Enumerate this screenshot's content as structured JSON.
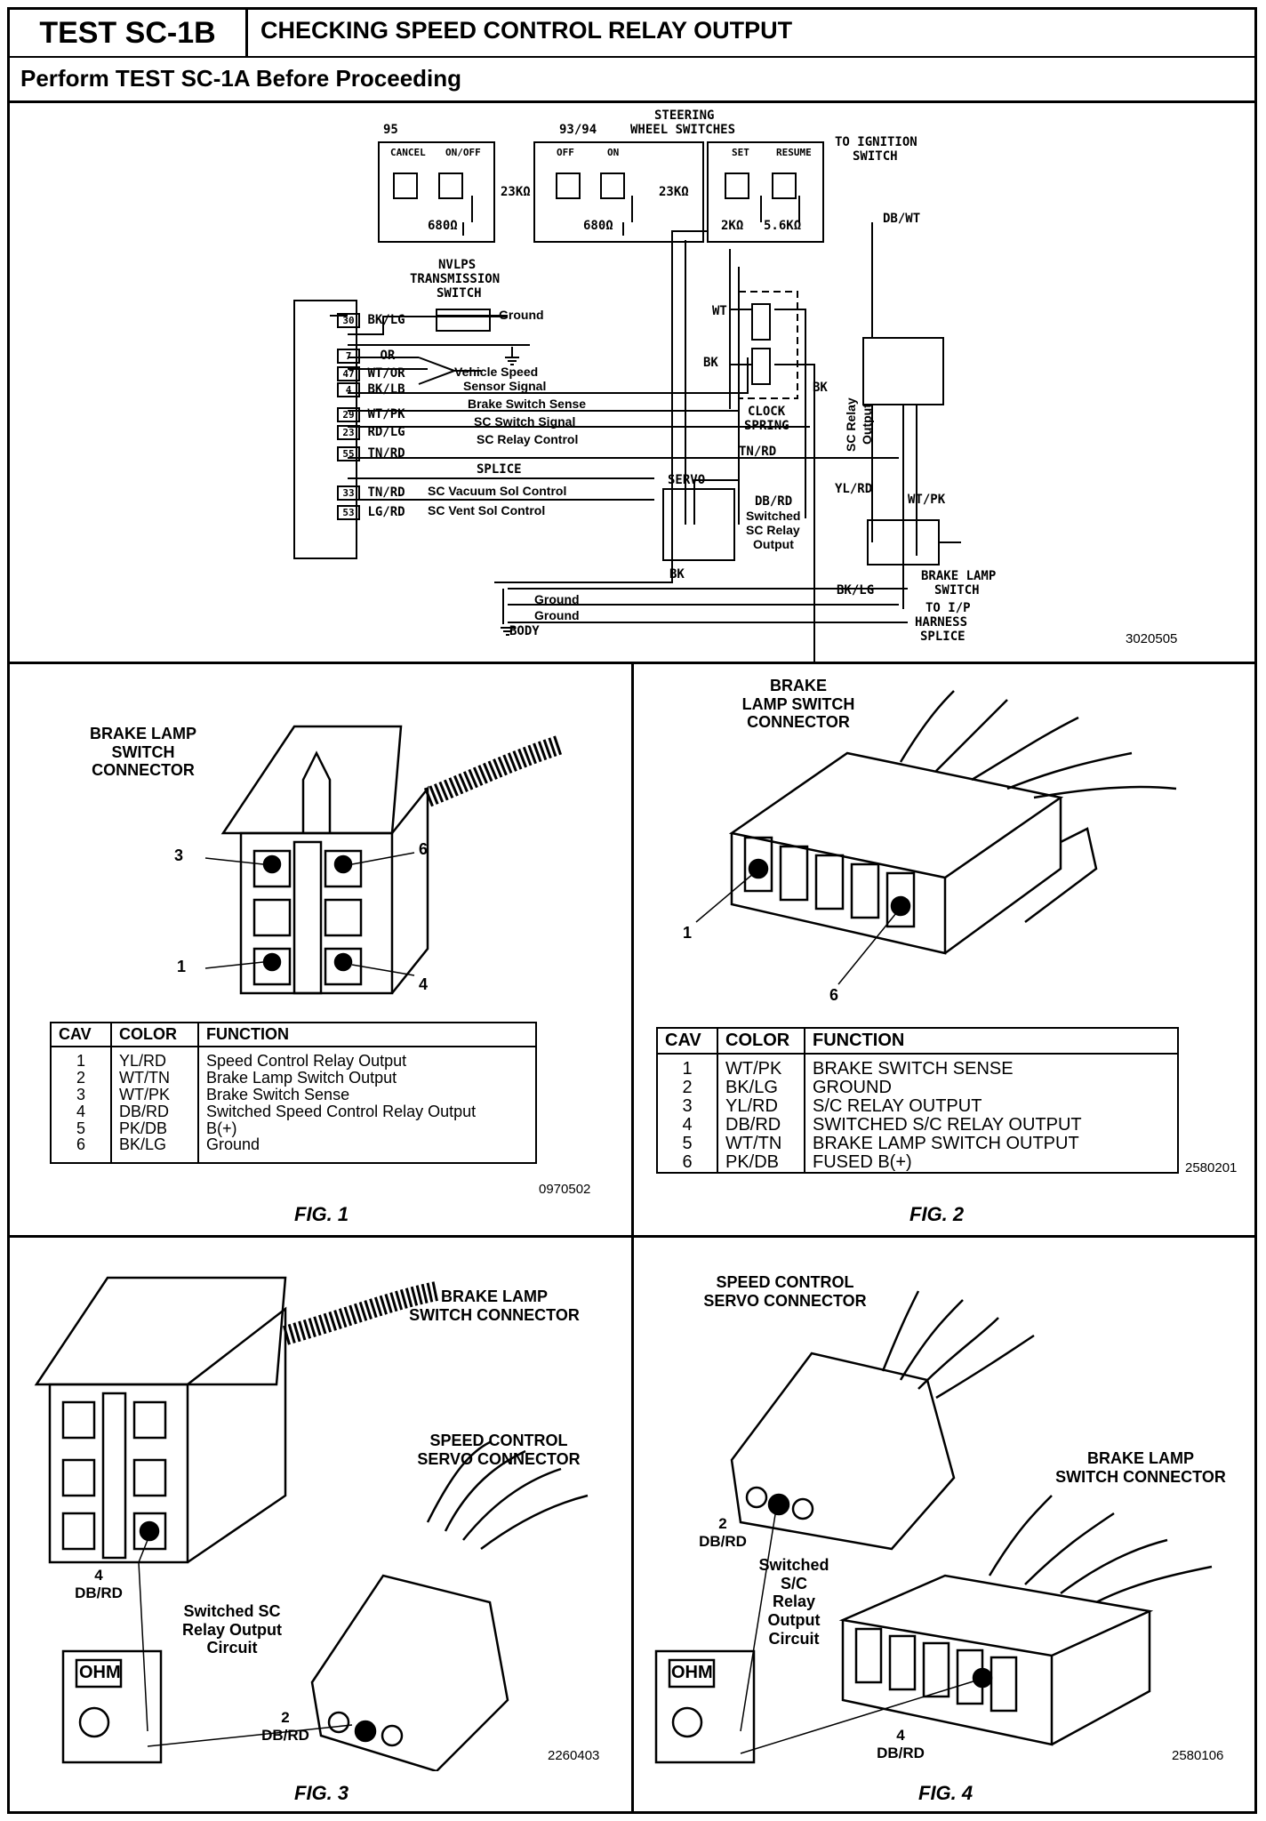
{
  "header": {
    "test_id": "TEST SC-1B",
    "title": "CHECKING SPEED CONTROL RELAY OUTPUT",
    "prerequisite": "Perform TEST SC-1A Before Proceeding"
  },
  "schematic": {
    "code": "3020505",
    "switch_labels": {
      "year95": "95",
      "year9394": "93/94",
      "steering1": "STEERING",
      "steering2": "WHEEL SWITCHES",
      "cancel": "CANCEL",
      "onoff": "ON/OFF",
      "off": "OFF",
      "on": "ON",
      "set": "SET",
      "resume": "RESUME",
      "r23k": "23KΩ",
      "r680": "680Ω",
      "r2k": "2KΩ",
      "r56k": "5.6KΩ"
    },
    "ignition1": "TO IGNITION",
    "ignition2": "SWITCH",
    "dbwt": "DB/WT",
    "nvlps1": "NVLPS",
    "nvlps2": "TRANSMISSION",
    "nvlps3": "SWITCH",
    "ground": "Ground",
    "pins": [
      {
        "num": "30",
        "color": "BK/LG"
      },
      {
        "num": "7",
        "color": "OR"
      },
      {
        "num": "47",
        "color": "WT/OR"
      },
      {
        "num": "4",
        "color": "BK/LB"
      },
      {
        "num": "29",
        "color": "WT/PK"
      },
      {
        "num": "23",
        "color": "RD/LG"
      },
      {
        "num": "55",
        "color": "TN/RD"
      },
      {
        "num": "33",
        "color": "TN/RD"
      },
      {
        "num": "53",
        "color": "LG/RD"
      }
    ],
    "vss1": "Vehicle Speed",
    "vss2": "Sensor Signal",
    "brake_sense": "Brake Switch Sense",
    "sc_switch_signal": "SC Switch Signal",
    "sc_relay_control": "SC Relay Control",
    "splice": "SPLICE",
    "vacuum": "SC Vacuum Sol Control",
    "vent": "SC Vent Sol Control",
    "wt": "WT",
    "bk": "BK",
    "bk2": "BK",
    "tnrd": "TN/RD",
    "clock1": "CLOCK",
    "clock2": "SPRING",
    "relay1": "SC Relay",
    "relay2": "Output",
    "servo": "SERVO",
    "dbrd1": "DB/RD",
    "dbrd2": "Switched",
    "dbrd3": "SC Relay",
    "dbrd4": "Output",
    "ylrd": "YL/RD",
    "wtpk": "WT/PK",
    "bklg": "BK/LG",
    "bk3": "BK",
    "bls1": "BRAKE LAMP",
    "bls2": "SWITCH",
    "gnd1": "Ground",
    "gnd2": "Ground",
    "body": "BODY",
    "toip1": "TO I/P",
    "toip2": "HARNESS",
    "toip3": "SPLICE"
  },
  "fig1": {
    "caption": "FIG. 1",
    "code": "0970502",
    "title_lines": [
      "BRAKE LAMP",
      "SWITCH",
      "CONNECTOR"
    ],
    "callouts": [
      "3",
      "6",
      "1",
      "4"
    ],
    "headers": [
      "CAV",
      "COLOR",
      "FUNCTION"
    ],
    "rows": [
      [
        "1",
        "YL/RD",
        "Speed Control Relay Output"
      ],
      [
        "2",
        "WT/TN",
        "Brake Lamp Switch Output"
      ],
      [
        "3",
        "WT/PK",
        "Brake Switch Sense"
      ],
      [
        "4",
        "DB/RD",
        "Switched Speed Control Relay Output"
      ],
      [
        "5",
        "PK/DB",
        "B(+)"
      ],
      [
        "6",
        "BK/LG",
        "Ground"
      ]
    ]
  },
  "fig2": {
    "caption": "FIG. 2",
    "code": "2580201",
    "title_lines": [
      "BRAKE",
      "LAMP SWITCH",
      "CONNECTOR"
    ],
    "callouts": [
      "1",
      "6"
    ],
    "headers": [
      "CAV",
      "COLOR",
      "FUNCTION"
    ],
    "rows": [
      [
        "1",
        "WT/PK",
        "BRAKE SWITCH SENSE"
      ],
      [
        "2",
        "BK/LG",
        "GROUND"
      ],
      [
        "3",
        "YL/RD",
        "S/C RELAY OUTPUT"
      ],
      [
        "4",
        "DB/RD",
        "SWITCHED S/C RELAY OUTPUT"
      ],
      [
        "5",
        "WT/TN",
        "BRAKE LAMP SWITCH OUTPUT"
      ],
      [
        "6",
        "PK/DB",
        "FUSED B(+)"
      ]
    ]
  },
  "fig3": {
    "caption": "FIG. 3",
    "code": "2260403",
    "brake_label": [
      "BRAKE LAMP",
      "SWITCH CONNECTOR"
    ],
    "servo_label": [
      "SPEED CONTROL",
      "SERVO CONNECTOR"
    ],
    "pin4": [
      "4",
      "DB/RD"
    ],
    "pin2": [
      "2",
      "DB/RD"
    ],
    "circuit": [
      "Switched SC",
      "Relay Output",
      "Circuit"
    ],
    "meter": "OHM"
  },
  "fig4": {
    "caption": "FIG. 4",
    "code": "2580106",
    "servo_label": [
      "SPEED CONTROL",
      "SERVO CONNECTOR"
    ],
    "brake_label": [
      "BRAKE LAMP",
      "SWITCH CONNECTOR"
    ],
    "pin2": [
      "2",
      "DB/RD"
    ],
    "pin4": [
      "4",
      "DB/RD"
    ],
    "circuit": [
      "Switched",
      "S/C",
      "Relay",
      "Output",
      "Circuit"
    ],
    "meter": "OHM"
  }
}
